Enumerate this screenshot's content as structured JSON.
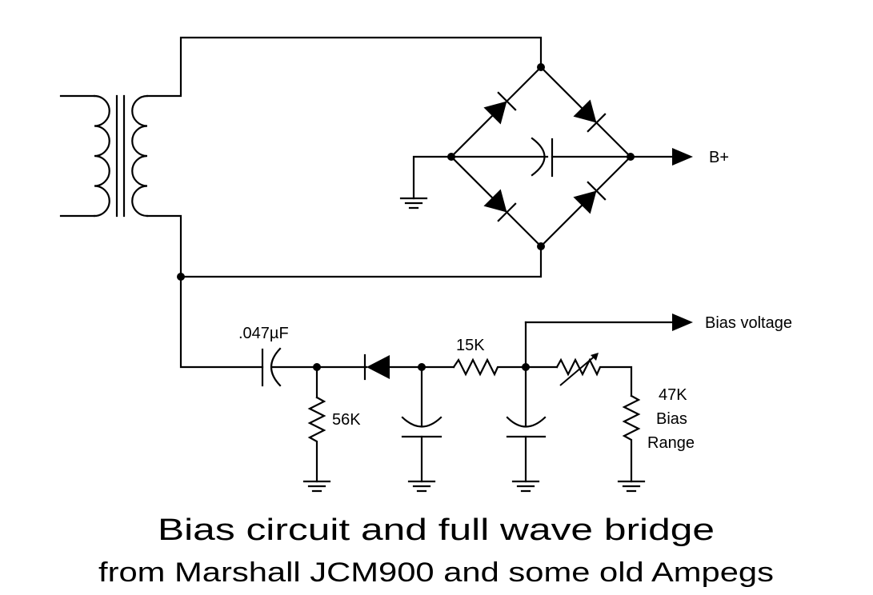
{
  "diagram": {
    "type": "circuit-schematic",
    "title": "Bias circuit and full wave bridge",
    "subtitle": "from Marshall JCM900 and some old Ampegs",
    "labels": {
      "b_plus": "B+",
      "bias_voltage": "Bias voltage",
      "coupling_cap": ".047µF",
      "r_56k": "56K",
      "r_15k": "15K",
      "r_47k": "47K",
      "bias_range_1": "Bias",
      "bias_range_2": "Range"
    },
    "components": [
      {
        "id": "T1",
        "kind": "transformer",
        "symbol": "transformer-icon"
      },
      {
        "id": "BR1",
        "kind": "full-wave bridge rectifier (4 diodes)",
        "symbol": "diode-bridge-icon"
      },
      {
        "id": "C_filter",
        "kind": "electrolytic capacitor across bridge",
        "symbol": "capacitor-icon"
      },
      {
        "id": "C1",
        "kind": "capacitor",
        "value": ".047µF",
        "symbol": "capacitor-icon"
      },
      {
        "id": "R1",
        "kind": "resistor",
        "value": "56K",
        "symbol": "resistor-icon"
      },
      {
        "id": "D1",
        "kind": "diode",
        "symbol": "diode-icon"
      },
      {
        "id": "C2",
        "kind": "capacitor",
        "symbol": "capacitor-icon"
      },
      {
        "id": "R2",
        "kind": "resistor",
        "value": "15K",
        "symbol": "resistor-icon"
      },
      {
        "id": "C3",
        "kind": "capacitor",
        "symbol": "capacitor-icon"
      },
      {
        "id": "VR1",
        "kind": "variable resistor",
        "symbol": "variable-resistor-icon"
      },
      {
        "id": "R3",
        "kind": "resistor",
        "value": "47K",
        "note": "Bias Range",
        "symbol": "resistor-icon"
      }
    ],
    "outputs": [
      "B+",
      "Bias voltage"
    ],
    "grounds": 5
  }
}
